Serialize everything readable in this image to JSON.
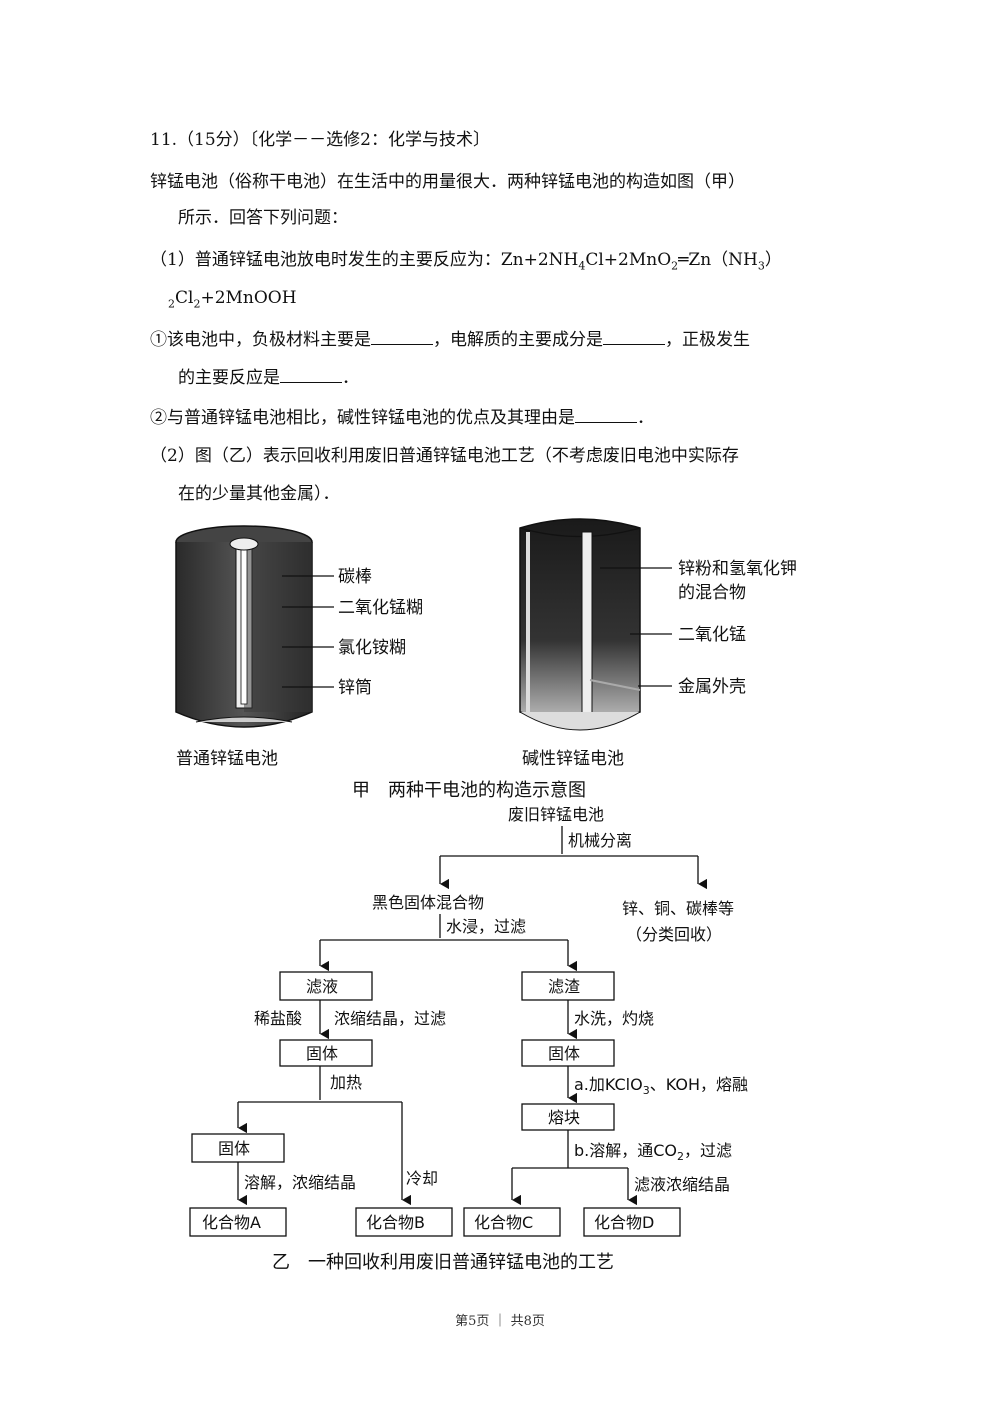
{
  "question": {
    "header": "11.（15分）〔化学－－选修2：化学与技术〕",
    "intro_1": "锌锰电池（俗称干电池）在生活中的用量很大．两种锌锰电池的构造如图（甲）",
    "intro_2": "所示．回答下列问题：",
    "p1_prefix": "（1）普通锌锰电池放电时发生的主要反应为：Zn+2NH",
    "p1_sub1": "4",
    "p1_mid1": "Cl+2MnO",
    "p1_sub2": "2",
    "p1_mid2": "═Zn（NH",
    "p1_sub3": "3",
    "p1_end": "）",
    "p1_line2_sub": "2",
    "p1_line2": "Cl",
    "p1_line2_sub2": "2",
    "p1_line2_end": "+2MnOOH",
    "q1_a": "①该电池中，负极材料主要是",
    "q1_b": "，电解质的主要成分是",
    "q1_c": "，正极发生",
    "q1_d": "的主要反应是",
    "q1_e": "．",
    "q2_a": "②与普通锌锰电池相比，碱性锌锰电池的优点及其理由是",
    "q2_b": "．",
    "p2_1": "（2）图（乙）表示回收利用废旧普通锌锰电池工艺（不考虑废旧电池中实际存",
    "p2_2": "在的少量其他金属）．"
  },
  "figure_a": {
    "labels_left": [
      "碳棒",
      "二氧化锰糊",
      "氯化铵糊",
      "锌筒"
    ],
    "caption_left": "普通锌锰电池",
    "labels_right_1": "锌粉和氢氧化钾",
    "labels_right_2": "的混合物",
    "labels_right_3": "二氧化锰",
    "labels_right_4": "金属外壳",
    "caption_right": "碱性锌锰电池",
    "title": "甲　两种干电池的构造示意图"
  },
  "figure_b": {
    "start": "废旧锌锰电池",
    "step_mech": "机械分离",
    "black_mix": "黑色固体混合物",
    "metals": "锌、铜、碳棒等",
    "metals_note": "（分类回收）",
    "step_water": "水浸，过滤",
    "filtrate": "滤液",
    "residue": "滤渣",
    "step_hcl": "稀盐酸",
    "step_conc": "浓缩结晶，过滤",
    "step_wash": "水洗，灼烧",
    "solid_1": "固体",
    "solid_2": "固体",
    "step_heat": "加热",
    "step_a": "a.加KClO",
    "step_a_sub": "3",
    "step_a_end": "、KOH，熔融",
    "melt": "熔块",
    "solid_3": "固体",
    "step_b": "b.溶解，通CO",
    "step_b_sub": "2",
    "step_b_end": "，过滤",
    "step_dissolve": "溶解，浓缩结晶",
    "step_cool": "冷却",
    "step_filtrate_conc": "滤液浓缩结晶",
    "compound_a": "化合物A",
    "compound_b": "化合物B",
    "compound_c": "化合物C",
    "compound_d": "化合物D",
    "title": "乙　一种回收利用废旧普通锌锰电池的工艺"
  },
  "footer": "第5页 ｜ 共8页"
}
